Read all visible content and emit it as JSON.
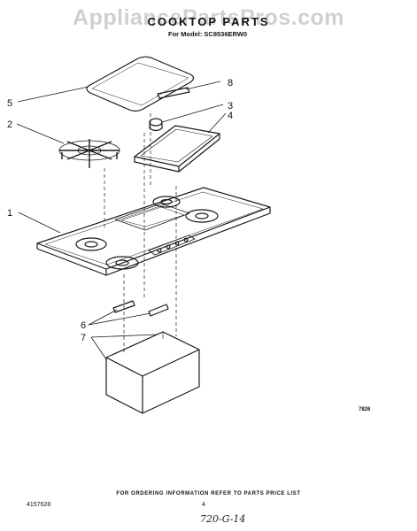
{
  "watermark": "AppliancePartsPros.com",
  "header": {
    "title": "COOKTOP PARTS",
    "subtitle": "For Model: SC8536ERW0"
  },
  "callouts": {
    "c1": "1",
    "c2": "2",
    "c3": "3",
    "c4": "4",
    "c5": "5",
    "c6": "6",
    "c7": "7",
    "c8": "8"
  },
  "figure_code": "7826",
  "footer": {
    "ordering_note": "FOR ORDERING INFORMATION REFER TO PARTS PRICE LIST",
    "part_number": "4157628",
    "page_number": "4",
    "handwritten_note": "720-G-14"
  }
}
